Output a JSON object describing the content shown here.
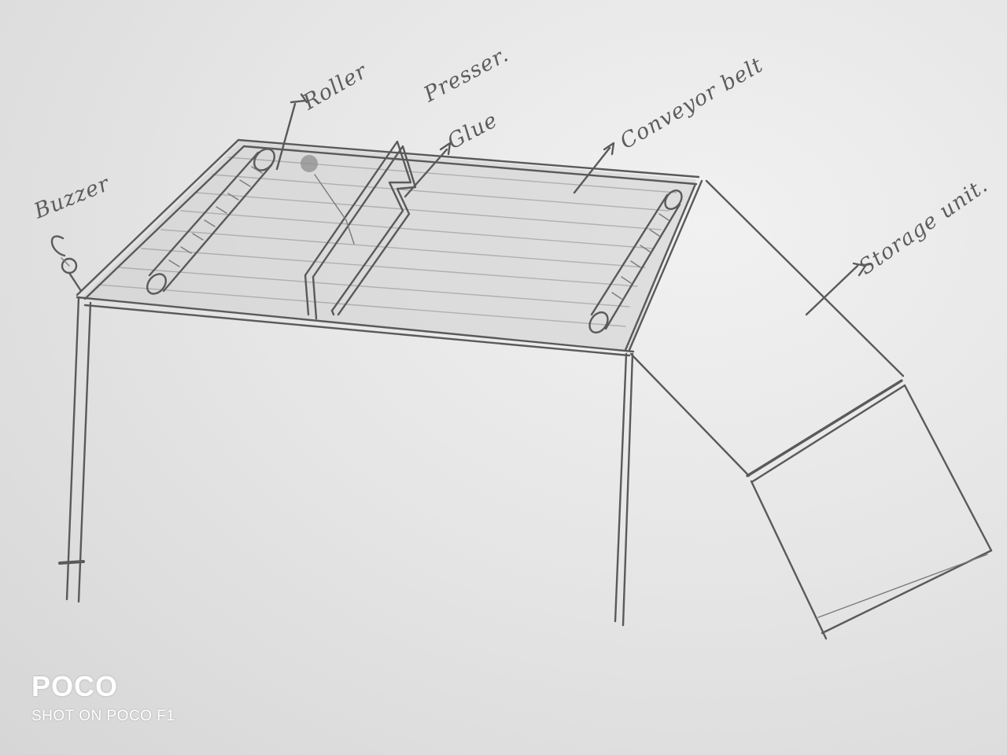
{
  "labels": {
    "buzzer": "Buzzer",
    "roller": "Roller",
    "presser": "Presser.",
    "glue": "Glue",
    "conveyor_belt": "Conveyor belt",
    "storage_unit": "Storage unit."
  },
  "watermark": {
    "brand": "POCO",
    "shot_on": "SHOT ON POCO F1"
  },
  "colors": {
    "pencil": "#5a5a5a",
    "paper": "#e6e6e6",
    "watermark": "#ffffff"
  }
}
